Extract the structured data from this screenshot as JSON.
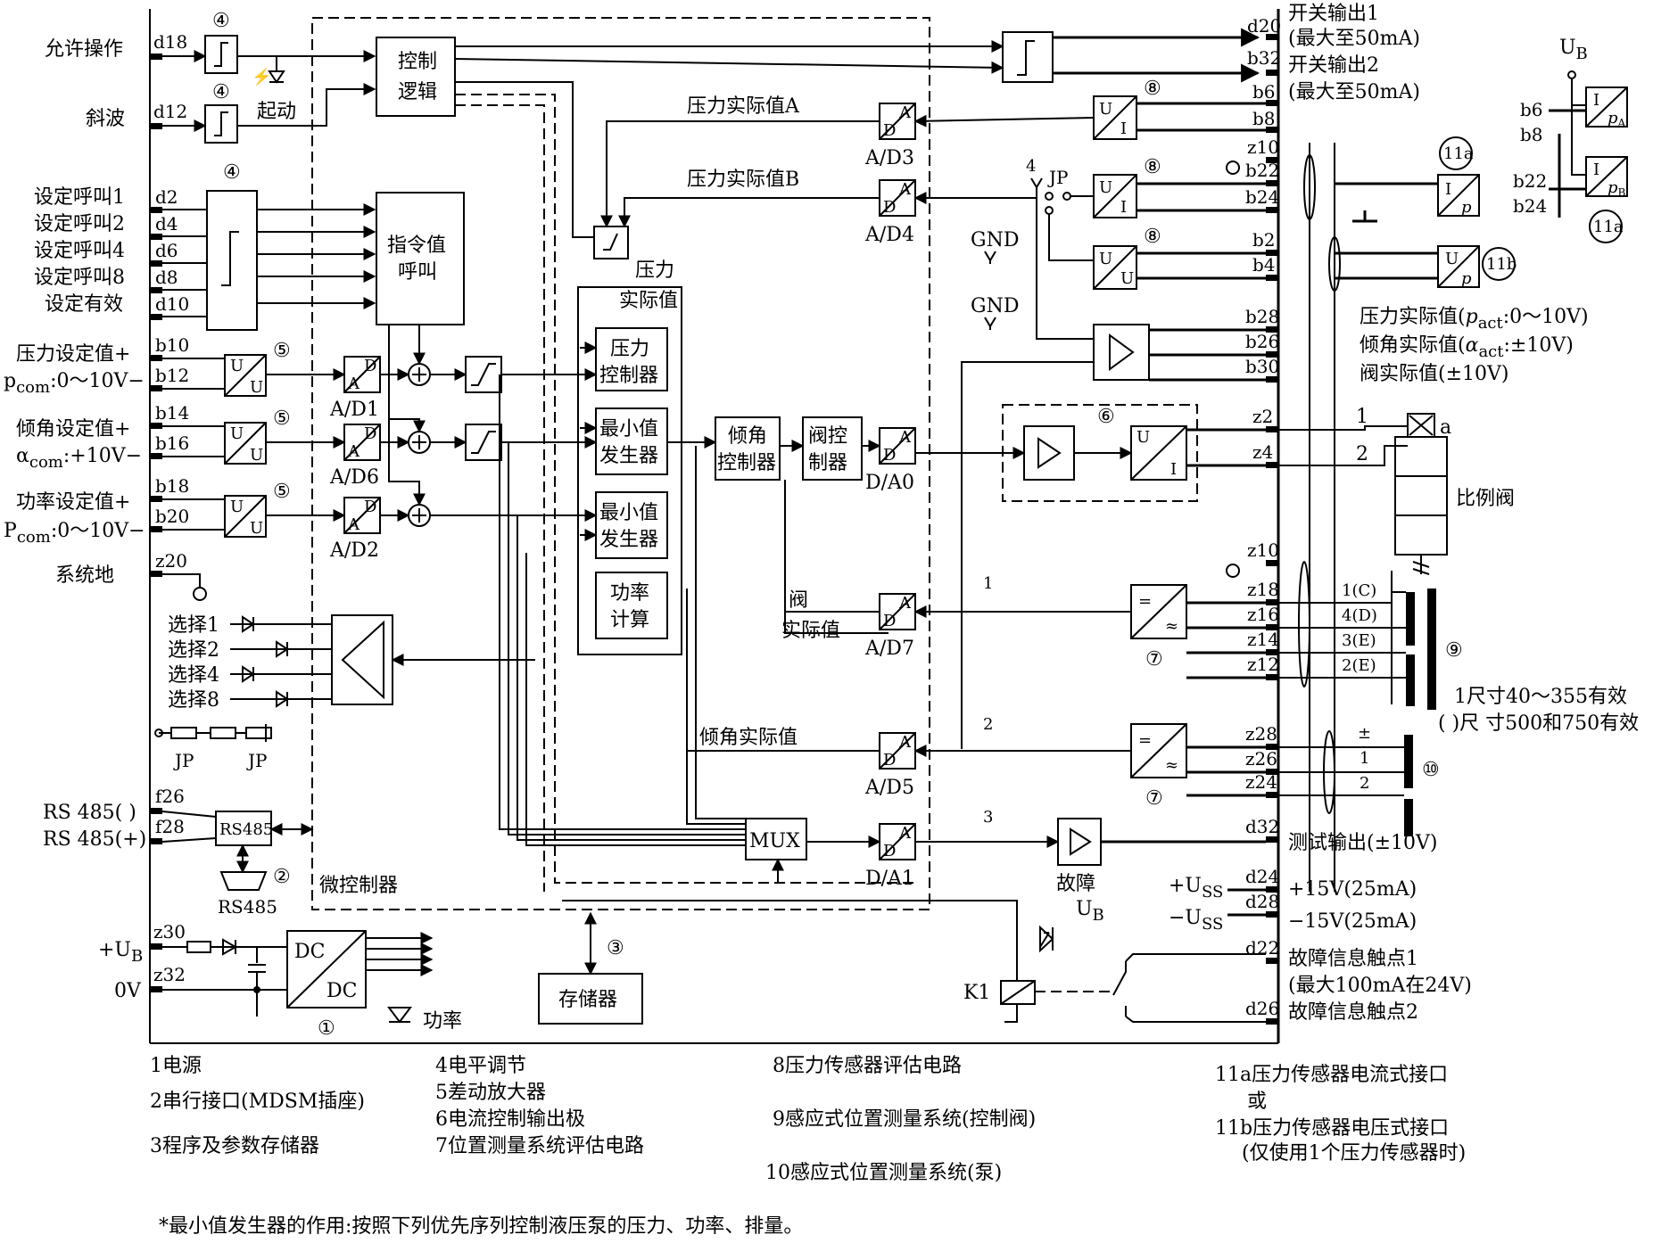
{
  "inputs_left": {
    "allow_op": "允许操作",
    "ramp": "斜波",
    "set_call1": "设定呼叫1",
    "set_call2": "设定呼叫2",
    "set_call4": "设定呼叫4",
    "set_call8": "设定呼叫8",
    "set_valid": "设定有效",
    "pressure_set": "压力设定值+",
    "pressure_range": "p",
    "pressure_range_sub": "com",
    "pressure_range_tail": ":0～10V−",
    "tilt_set": "倾角设定值+",
    "tilt_range": "α",
    "tilt_range_sub": "com",
    "tilt_range_tail": ":+10V−",
    "power_set": "功率设定值+",
    "power_range": "P",
    "power_range_sub": "com",
    "power_range_tail": ":0～10V−",
    "system_ground": "系统地",
    "select1": "选择1",
    "select2": "选择2",
    "select4": "选择4",
    "select8": "选择8",
    "rs485_minus": "RS 485(  )",
    "rs485_plus": "RS 485(+)",
    "ub": "+U",
    "ub_sub": "B",
    "zero_v": "0V"
  },
  "pins": {
    "d18": "d18",
    "d12": "d12",
    "d2": "d2",
    "d4": "d4",
    "d6": "d6",
    "d8": "d8",
    "d10": "d10",
    "b10": "b10",
    "b12": "b12",
    "b14": "b14",
    "b16": "b16",
    "b18": "b18",
    "b20": "b20",
    "z20": "z20",
    "f26": "f26",
    "f28": "f28",
    "z30": "z30",
    "z32": "z32",
    "d20": "d20",
    "b32": "b32",
    "b6": "b6",
    "b8": "b8",
    "z10a": "z10",
    "b22": "b22",
    "b24": "b24",
    "b2": "b2",
    "b4": "b4",
    "b28": "b28",
    "b26": "b26",
    "b30": "b30",
    "z2": "z2",
    "z4": "z4",
    "z10b": "z10",
    "z18": "z18",
    "z16": "z16",
    "z14": "z14",
    "z12": "z12",
    "z28": "z28",
    "z26": "z26",
    "z24": "z24",
    "d32": "d32",
    "d24": "d24",
    "d28": "d28",
    "d22": "d22",
    "d26": "d26"
  },
  "blocks": {
    "control_logic": "控制\n逻辑",
    "command_call": "指令值\n呼叫",
    "pressure_actual": "压力\n实际值",
    "pressure_ctrl": "压力\n控制器",
    "min_gen1": "最小值\n发生器",
    "min_gen2": "最小值\n发生器",
    "power_calc": "功率\n计算",
    "tilt_ctrl": "倾角\n控制器",
    "valve_ctrl": "阀控\n制器",
    "mux": "MUX",
    "microcontroller": "微控制器",
    "memory": "存储器",
    "rs485": "RS485",
    "rs485_conn": "RS485",
    "start": "起动",
    "dc_top": "DC",
    "dc_bottom": "DC",
    "power_led": "功率",
    "fault": "故障",
    "fault_ub": "U",
    "fault_ub_sub": "B",
    "k1": "K1",
    "ad1": "A/D1",
    "ad6": "A/D6",
    "ad2": "A/D2",
    "ad3": "A/D3",
    "ad4": "A/D4",
    "ad7": "A/D7",
    "ad5": "A/D5",
    "da0": "D/A0",
    "da1": "D/A1",
    "ad_a": "A",
    "ad_d": "D",
    "uu": "U",
    "ui_u": "U",
    "ui_i": "I",
    "pressure_actual_a": "压力实际值A",
    "pressure_actual_b": "压力实际值B",
    "valve_actual": "阀\n实际值",
    "tilt_actual": "倾角实际值",
    "gnd1": "GND",
    "gnd2": "GND",
    "jp": "JP",
    "jp_a": "JP",
    "jp_b": "JP",
    "lvl1": "1",
    "lvl2": "2",
    "lvl3": "3",
    "lvl4": "4"
  },
  "circled": {
    "c1": "①",
    "c2": "②",
    "c3": "③",
    "c4": "④",
    "c5": "⑤",
    "c6": "⑥",
    "c7": "⑦",
    "c8": "⑧",
    "c9": "⑨",
    "c10": "⑩",
    "c11a": "11a",
    "c11b": "11b"
  },
  "outputs_right": {
    "switch_out1": "开关输出1",
    "switch_out1_max": "(最大至50mA)",
    "switch_out2": "开关输出2",
    "switch_out2_max": "(最大至50mA)",
    "act_pressure": "压力实际值(",
    "act_pressure_p": "p",
    "act_pressure_sub": "act",
    "act_pressure_tail": ":0～10V)",
    "act_tilt": "倾角实际值(",
    "act_tilt_a": "α",
    "act_tilt_sub": "act",
    "act_tilt_tail": ":±10V)",
    "act_valve": "阀实际值(±10V)",
    "prop_valve": "比例阀",
    "valve_a": "a",
    "valve_1": "1",
    "valve_2": "2",
    "coil_1c": "1(C)",
    "coil_4d": "4(D)",
    "coil_3e": "3(E)",
    "coil_2e": "2(E)",
    "coil_sup": "1",
    "note_size1": "1尺寸40～355有效",
    "note_size2": "( )尺 寸500和750有效",
    "pos10_1": "1",
    "pos10_2": "2",
    "test_out": "测试输出(±10V)",
    "uss_plus": "+U",
    "uss_plus_sub": "SS",
    "uss_minus": "−U",
    "uss_minus_sub": "SS",
    "v15p": "+15V(25mA)",
    "v15m": "−15V(25mA)",
    "fault_contact1": "故障信息触点1",
    "fault_contact_max": "(最大100mA在24V)",
    "fault_contact2": "故障信息触点2",
    "ub_top": "U",
    "ub_top_sub": "B",
    "ip": "I",
    "ip_p": "p",
    "up": "U",
    "up_p": "p",
    "ipa": "I",
    "ipa_sub": "p",
    "ipa_subsub": "A",
    "ipb": "I",
    "ipb_sub": "p",
    "ipb_subsub": "B",
    "tr_b6": "b6",
    "tr_b8": "b8",
    "tr_b22": "b22",
    "tr_b24": "b24"
  },
  "legend": {
    "l1": "1电源",
    "l2": "2串行接口(MDSM插座)",
    "l3": "3程序及参数存储器",
    "l4": "4电平调节",
    "l5": "5差动放大器",
    "l6": "6电流控制输出极",
    "l7": "7位置测量系统评估电路",
    "l8": "8压力传感器评估电路",
    "l9": "9感应式位置测量系统(控制阀)",
    "l10": "10感应式位置测量系统(泵)",
    "l11a": "11a压力传感器电流式接口",
    "l11or": "或",
    "l11b": "11b压力传感器电压式接口",
    "l11b2": "(仅使用1个压力传感器时)"
  },
  "footnote": "*最小值发生器的作用:按照下列优先序列控制液压泵的压力、功率、排量。"
}
